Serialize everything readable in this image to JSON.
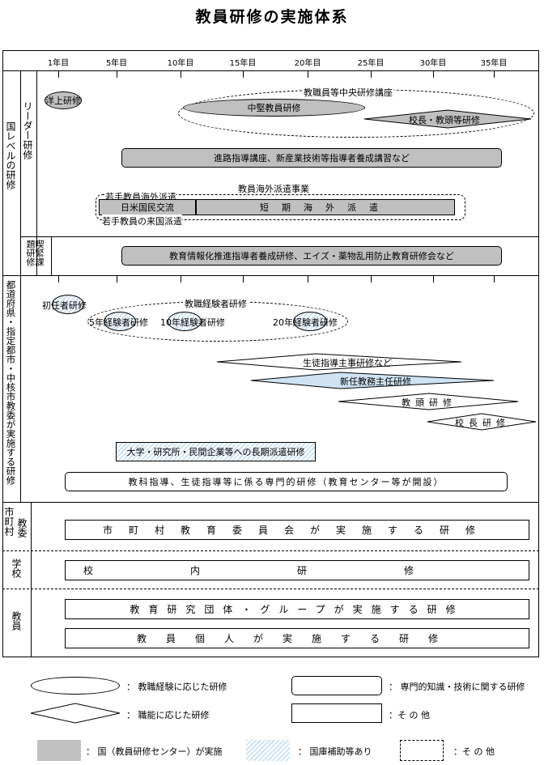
{
  "title": "教員研修の実施体系",
  "years": [
    "1年目",
    "5年目",
    "10年目",
    "15年目",
    "20年目",
    "25年目",
    "30年目",
    "35年目"
  ],
  "sections": {
    "national": "国レベルの研修",
    "leader": "リーダー研修",
    "urgent": "喫緊課題研修",
    "prefecture": "都道府県・指定都市・中核市教委が実施する研修",
    "municipal_a": "市町村",
    "municipal_b": "教委",
    "school": "学校",
    "teacher": "教員"
  },
  "national": {
    "yojo": "洋上研修",
    "central_course": "教職員等中央研修講座",
    "chuken": "中堅教員研修",
    "kocho": "校長・教頭等研修",
    "shinro": "進路指導講座、新産業技術等指導者養成講習など",
    "overseas": "教員海外派遣事業",
    "wakate_haken": "若手教員海外派遣",
    "nichibei": "日米国民交流",
    "wakate_raibei": "若手教員の来国派遣",
    "tanki": "短期海外派遣",
    "urgent_bar": "教育情報化推進指導者養成研修、エイズ・薬物乱用防止教育研修会など"
  },
  "prefecture": {
    "shinnin": "初任者研修",
    "keiken": "教職経験者研修",
    "y5": "5年経験者研修",
    "y10": "10年経験者研修",
    "y20": "20年経験者研修",
    "seito": "生徒指導主事研修など",
    "kyomu": "新任教務主任研修",
    "kyoto": "教頭研修",
    "kocho": "校長研修",
    "daigaku": "大学・研究所・民間企業等への長期派遣研修",
    "senmon": "教科指導、生徒指導等に係る専門的研修（教育センター等が開設）"
  },
  "municipal": {
    "bar": "市町村教育委員会が実施する研修"
  },
  "school": {
    "bar": "校内研修"
  },
  "teacher": {
    "bar1": "教育研究団体・グループが実施する研修",
    "bar2": "教員個人が実施する研修"
  },
  "legend": {
    "ellipse": "： 教職経験に応じた研修",
    "rounded": "： 専門的知識・技術に関する研修",
    "diamond": "： 職能に応じた研修",
    "rect": "：そ の 他",
    "gray": "： 国（教員研修センター）が実施",
    "hatch": "： 国庫補助等あり",
    "dashed": "：そ の 他"
  },
  "colors": {
    "gray": "#c0c0c0",
    "hatch": "#cfe3f3"
  }
}
